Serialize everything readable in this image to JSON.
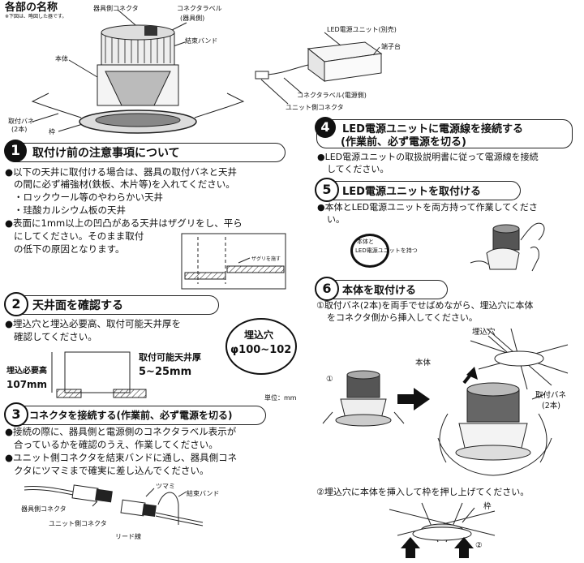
{
  "parts": {
    "title": "各部の名称",
    "note": "※下図は、略図した器です。",
    "fixture_connector": "器具側コネクタ",
    "connector_label": "コネクタラベル",
    "connector_label_sub": "(器具側)",
    "binding_band": "結束バンド",
    "body": "本体",
    "spring_line1": "取付バネ",
    "spring_line2": "(2本)",
    "frame": "枠",
    "led_unit": "LED電源ユニット(別売)",
    "terminal": "端子台",
    "connector_label_power": "コネクタラベル(電源側)",
    "unit_connector": "ユニット側コネクタ"
  },
  "step1": {
    "num": "1",
    "title": "取付け前の注意事項について",
    "line1": "●以下の天井に取付ける場合は、器具の取付バネと天井",
    "line2": "の間に必ず補強材(鉄板、木片等)を入れてください。",
    "line3": "・ロックウール等のやわらかい天井",
    "line4": "・珪酸カルシウム板の天井",
    "line5": "●表面に1mm以上の凹凸がある天井はザグリをし、平ら",
    "line6": "にしてください。そのまま取付",
    "line7": "の低下の原因となります。",
    "zaguri": "ザグリを施す"
  },
  "step2": {
    "num": "2",
    "title": "天井面を確認する",
    "line1": "●埋込穴と埋込必要高、取付可能天井厚を",
    "line2": "確認してください。",
    "hole_label": "埋込穴",
    "hole_size": "φ100~102",
    "height_label": "埋込必要高",
    "height_value": "107mm",
    "thickness_label": "取付可能天井厚",
    "thickness_value": "5~25mm",
    "unit": "単位：mm"
  },
  "step3": {
    "num": "3",
    "title": "コネクタを接続する(作業前、必ず電源を切る)",
    "line1": "●接続の際に、器具側と電源側のコネクタラベル表示が",
    "line2": "合っているかを確認のうえ、作業してください。",
    "line3": "●ユニット側コネクタを結束バンドに通し、器具側コネ",
    "line4": "クタにツマミまで確実に差し込んでください。",
    "knob": "ツマミ",
    "band": "結束バンド",
    "fixture_conn": "器具側コネクタ",
    "unit_conn": "ユニット側コネクタ",
    "lead": "リード線"
  },
  "step4": {
    "num": "4",
    "title": "LED電源ユニットに電源線を接続する",
    "title2": "(作業前、必ず電源を切る)",
    "line1": "●LED電源ユニットの取扱説明書に従って電源線を接続",
    "line2": "してください。"
  },
  "step5": {
    "num": "5",
    "title": "LED電源ユニットを取付ける",
    "line1": "●本体とLED電源ユニットを両方持って作業してくださ",
    "line2": "い。",
    "circle1": "本体と",
    "circle2": "LED電源ユニットを持つ"
  },
  "step6": {
    "num": "6",
    "title": "本体を取付ける",
    "line1": "①取付バネ(2本)を両手でせばめながら、埋込穴に本体",
    "line2": "をコネクタ側から挿入してください。",
    "hole": "埋込穴",
    "body": "本体",
    "spring1": "取付バネ",
    "spring2": "(2本)",
    "mark1": "①",
    "line3": "②埋込穴に本体を挿入して枠を押し上げてください。",
    "frame": "枠",
    "mark2": "②"
  }
}
